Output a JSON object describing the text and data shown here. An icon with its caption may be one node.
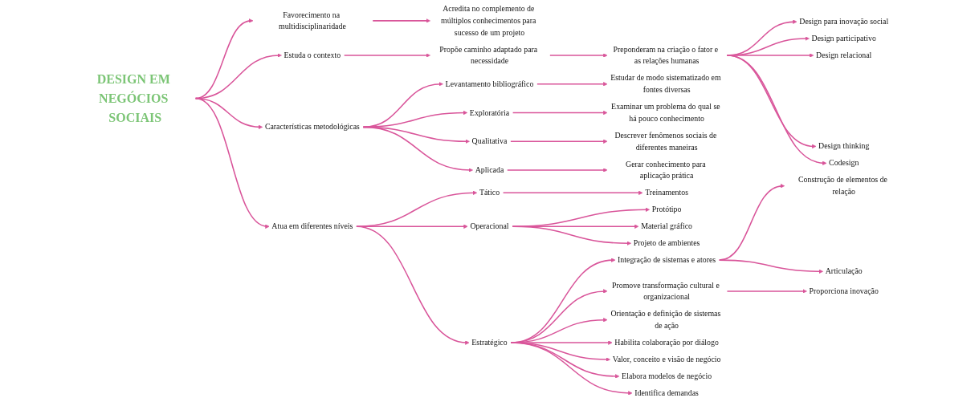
{
  "diagram": {
    "nodes": [
      {
        "text": [
          "DESIGN EM NEGÓCIOS SOCIAIS"
        ]
      },
      {
        "text": [
          "Favorecimento na multidisciplinaridade"
        ]
      },
      {
        "text": [
          "Acredita no complemento de múltiplos conhecimentos para sucesso de um projeto"
        ]
      },
      {
        "text": [
          "Estuda o contexto"
        ]
      },
      {
        "text": [
          "Propõe caminho adaptado para necessidade"
        ]
      },
      {
        "text": [
          "Preponderam na criação o fator e as relações humanas"
        ]
      },
      {
        "text": [
          "Design para inovação social"
        ]
      },
      {
        "text": [
          "Design participativo"
        ]
      },
      {
        "text": [
          "Design relacional"
        ]
      },
      {
        "text": [
          "Design thinking"
        ]
      },
      {
        "text": [
          "Codesign"
        ]
      },
      {
        "text": [
          "Características metodológicas"
        ]
      },
      {
        "text": [
          "Levantamento bibliográfico"
        ]
      },
      {
        "text": [
          "Estudar de modo sistematizado em fontes diversas"
        ]
      },
      {
        "text": [
          "Exploratória"
        ]
      },
      {
        "text": [
          "Examinar um problema do qual se há pouco conhecimento"
        ]
      },
      {
        "text": [
          "Qualitativa"
        ]
      },
      {
        "text": [
          "Descrever fenômenos sociais de diferentes maneiras"
        ]
      },
      {
        "text": [
          "Aplicada"
        ]
      },
      {
        "text": [
          "Gerar conhecimento para aplicação prática"
        ]
      },
      {
        "text": [
          "Atua em diferentes níveis"
        ]
      },
      {
        "text": [
          "Estratégico"
        ]
      },
      {
        "text": [
          "Tático"
        ]
      },
      {
        "text": [
          "Treinamentos"
        ]
      },
      {
        "text": [
          "Operacional"
        ]
      },
      {
        "text": [
          "Protótipo"
        ]
      },
      {
        "text": [
          "Material gráfico"
        ]
      },
      {
        "text": [
          "Projeto de ambientes"
        ]
      },
      {
        "text": [
          "Integração de sistemas e atores"
        ]
      },
      {
        "text": [
          "Construção de elementos de relação"
        ]
      },
      {
        "text": [
          "Articulação"
        ]
      },
      {
        "text": [
          "Promove transformação cultural e organizacional"
        ]
      },
      {
        "text": [
          "Proporciona inovação"
        ]
      },
      {
        "text": [
          "Orientação e definição de sistemas de ação"
        ]
      },
      {
        "text": [
          "Habilita colaboração por diálogo"
        ]
      },
      {
        "text": [
          "Valor, conceito e visão de negócio"
        ]
      },
      {
        "text": [
          "Elabora modelos de negócio"
        ]
      },
      {
        "text": [
          "Identifica demandas"
        ]
      }
    ],
    "edges": [
      {
        "from": 0,
        "to": 1,
        "arrow": "to"
      },
      {
        "from": 1,
        "to": 2,
        "arrow": "to"
      },
      {
        "from": 0,
        "to": 3,
        "arrow": "to"
      },
      {
        "from": 3,
        "to": 4,
        "arrow": "to"
      },
      {
        "from": 4,
        "to": 5,
        "arrow": "to"
      },
      {
        "from": 5,
        "to": 6,
        "arrow": "to"
      },
      {
        "from": 5,
        "to": 7,
        "arrow": "to"
      },
      {
        "from": 5,
        "to": 8,
        "arrow": "to"
      },
      {
        "from": 5,
        "to": 9,
        "arrow": "to"
      },
      {
        "from": 5,
        "to": 10,
        "arrow": "to"
      },
      {
        "from": 0,
        "to": 11,
        "arrow": "to"
      },
      {
        "from": 11,
        "to": 12,
        "arrow": "to"
      },
      {
        "from": 11,
        "to": 14,
        "arrow": "to"
      },
      {
        "from": 11,
        "to": 16,
        "arrow": "to"
      },
      {
        "from": 11,
        "to": 18,
        "arrow": "to"
      },
      {
        "from": 12,
        "to": 13,
        "arrow": "to"
      },
      {
        "from": 14,
        "to": 15,
        "arrow": "to"
      },
      {
        "from": 16,
        "to": 17,
        "arrow": "to"
      },
      {
        "from": 18,
        "to": 19,
        "arrow": "to"
      },
      {
        "from": 0,
        "to": 20,
        "arrow": "to"
      },
      {
        "from": 20,
        "to": 21,
        "arrow": "to"
      },
      {
        "from": 20,
        "to": 22,
        "arrow": "to"
      },
      {
        "from": 22,
        "to": 23,
        "arrow": "to"
      },
      {
        "from": 20,
        "to": 24,
        "arrow": "to"
      },
      {
        "from": 24,
        "to": 25,
        "arrow": "to"
      },
      {
        "from": 24,
        "to": 26,
        "arrow": "to"
      },
      {
        "from": 24,
        "to": 27,
        "arrow": "to"
      },
      {
        "from": 21,
        "to": 28,
        "arrow": "to"
      },
      {
        "from": 28,
        "to": 29,
        "arrow": "to"
      },
      {
        "from": 28,
        "to": 30,
        "arrow": "to"
      },
      {
        "from": 21,
        "to": 31,
        "arrow": "to"
      },
      {
        "from": 31,
        "to": 32,
        "arrow": "to"
      },
      {
        "from": 21,
        "to": 33,
        "arrow": "to"
      },
      {
        "from": 21,
        "to": 34,
        "arrow": "to"
      },
      {
        "from": 21,
        "to": 35,
        "arrow": "to"
      },
      {
        "from": 21,
        "to": 36,
        "arrow": "to"
      },
      {
        "from": 21,
        "to": 37,
        "arrow": "to"
      }
    ]
  }
}
